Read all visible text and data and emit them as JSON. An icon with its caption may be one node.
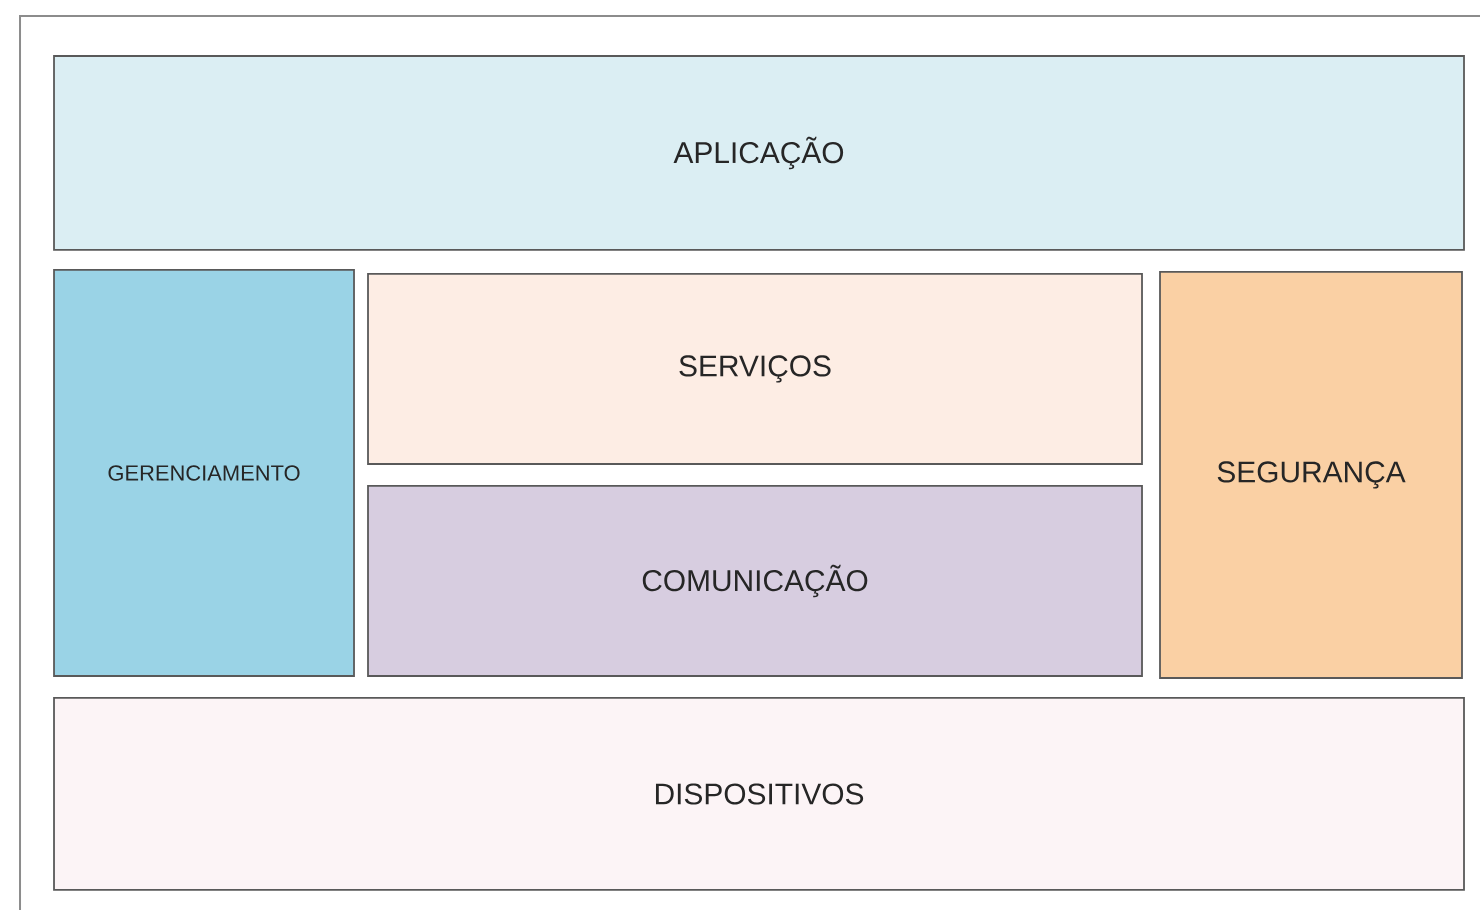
{
  "diagram": {
    "nodes": [
      {
        "text": [
          "APLICAÇÃO"
        ]
      },
      {
        "text": [
          "GERENCIAMENTO"
        ]
      },
      {
        "text": [
          "SERVIÇOS"
        ]
      },
      {
        "text": [
          "COMUNICAÇÃO"
        ]
      },
      {
        "text": [
          "SEGURANÇA"
        ]
      },
      {
        "text": [
          "DISPOSITIVOS"
        ]
      }
    ]
  }
}
